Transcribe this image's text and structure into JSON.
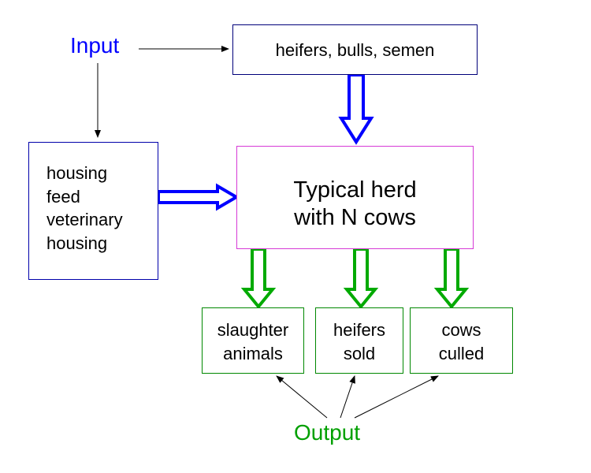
{
  "labels": {
    "input": "Input",
    "output": "Output"
  },
  "boxes": {
    "supply": {
      "text": "heifers, bulls, semen"
    },
    "resources": {
      "lines": [
        "housing",
        "feed",
        "veterinary",
        "housing"
      ]
    },
    "herd": {
      "lines": [
        "Typical herd",
        "with N cows"
      ]
    },
    "outputs": [
      {
        "lines": [
          "slaughter",
          "animals"
        ]
      },
      {
        "lines": [
          "heifers",
          "sold"
        ]
      },
      {
        "lines": [
          "cows",
          "culled"
        ]
      }
    ]
  },
  "colors": {
    "input": "#0000ff",
    "output": "#00a000",
    "herd_border": "#d63ad6",
    "output_border": "#008800"
  }
}
